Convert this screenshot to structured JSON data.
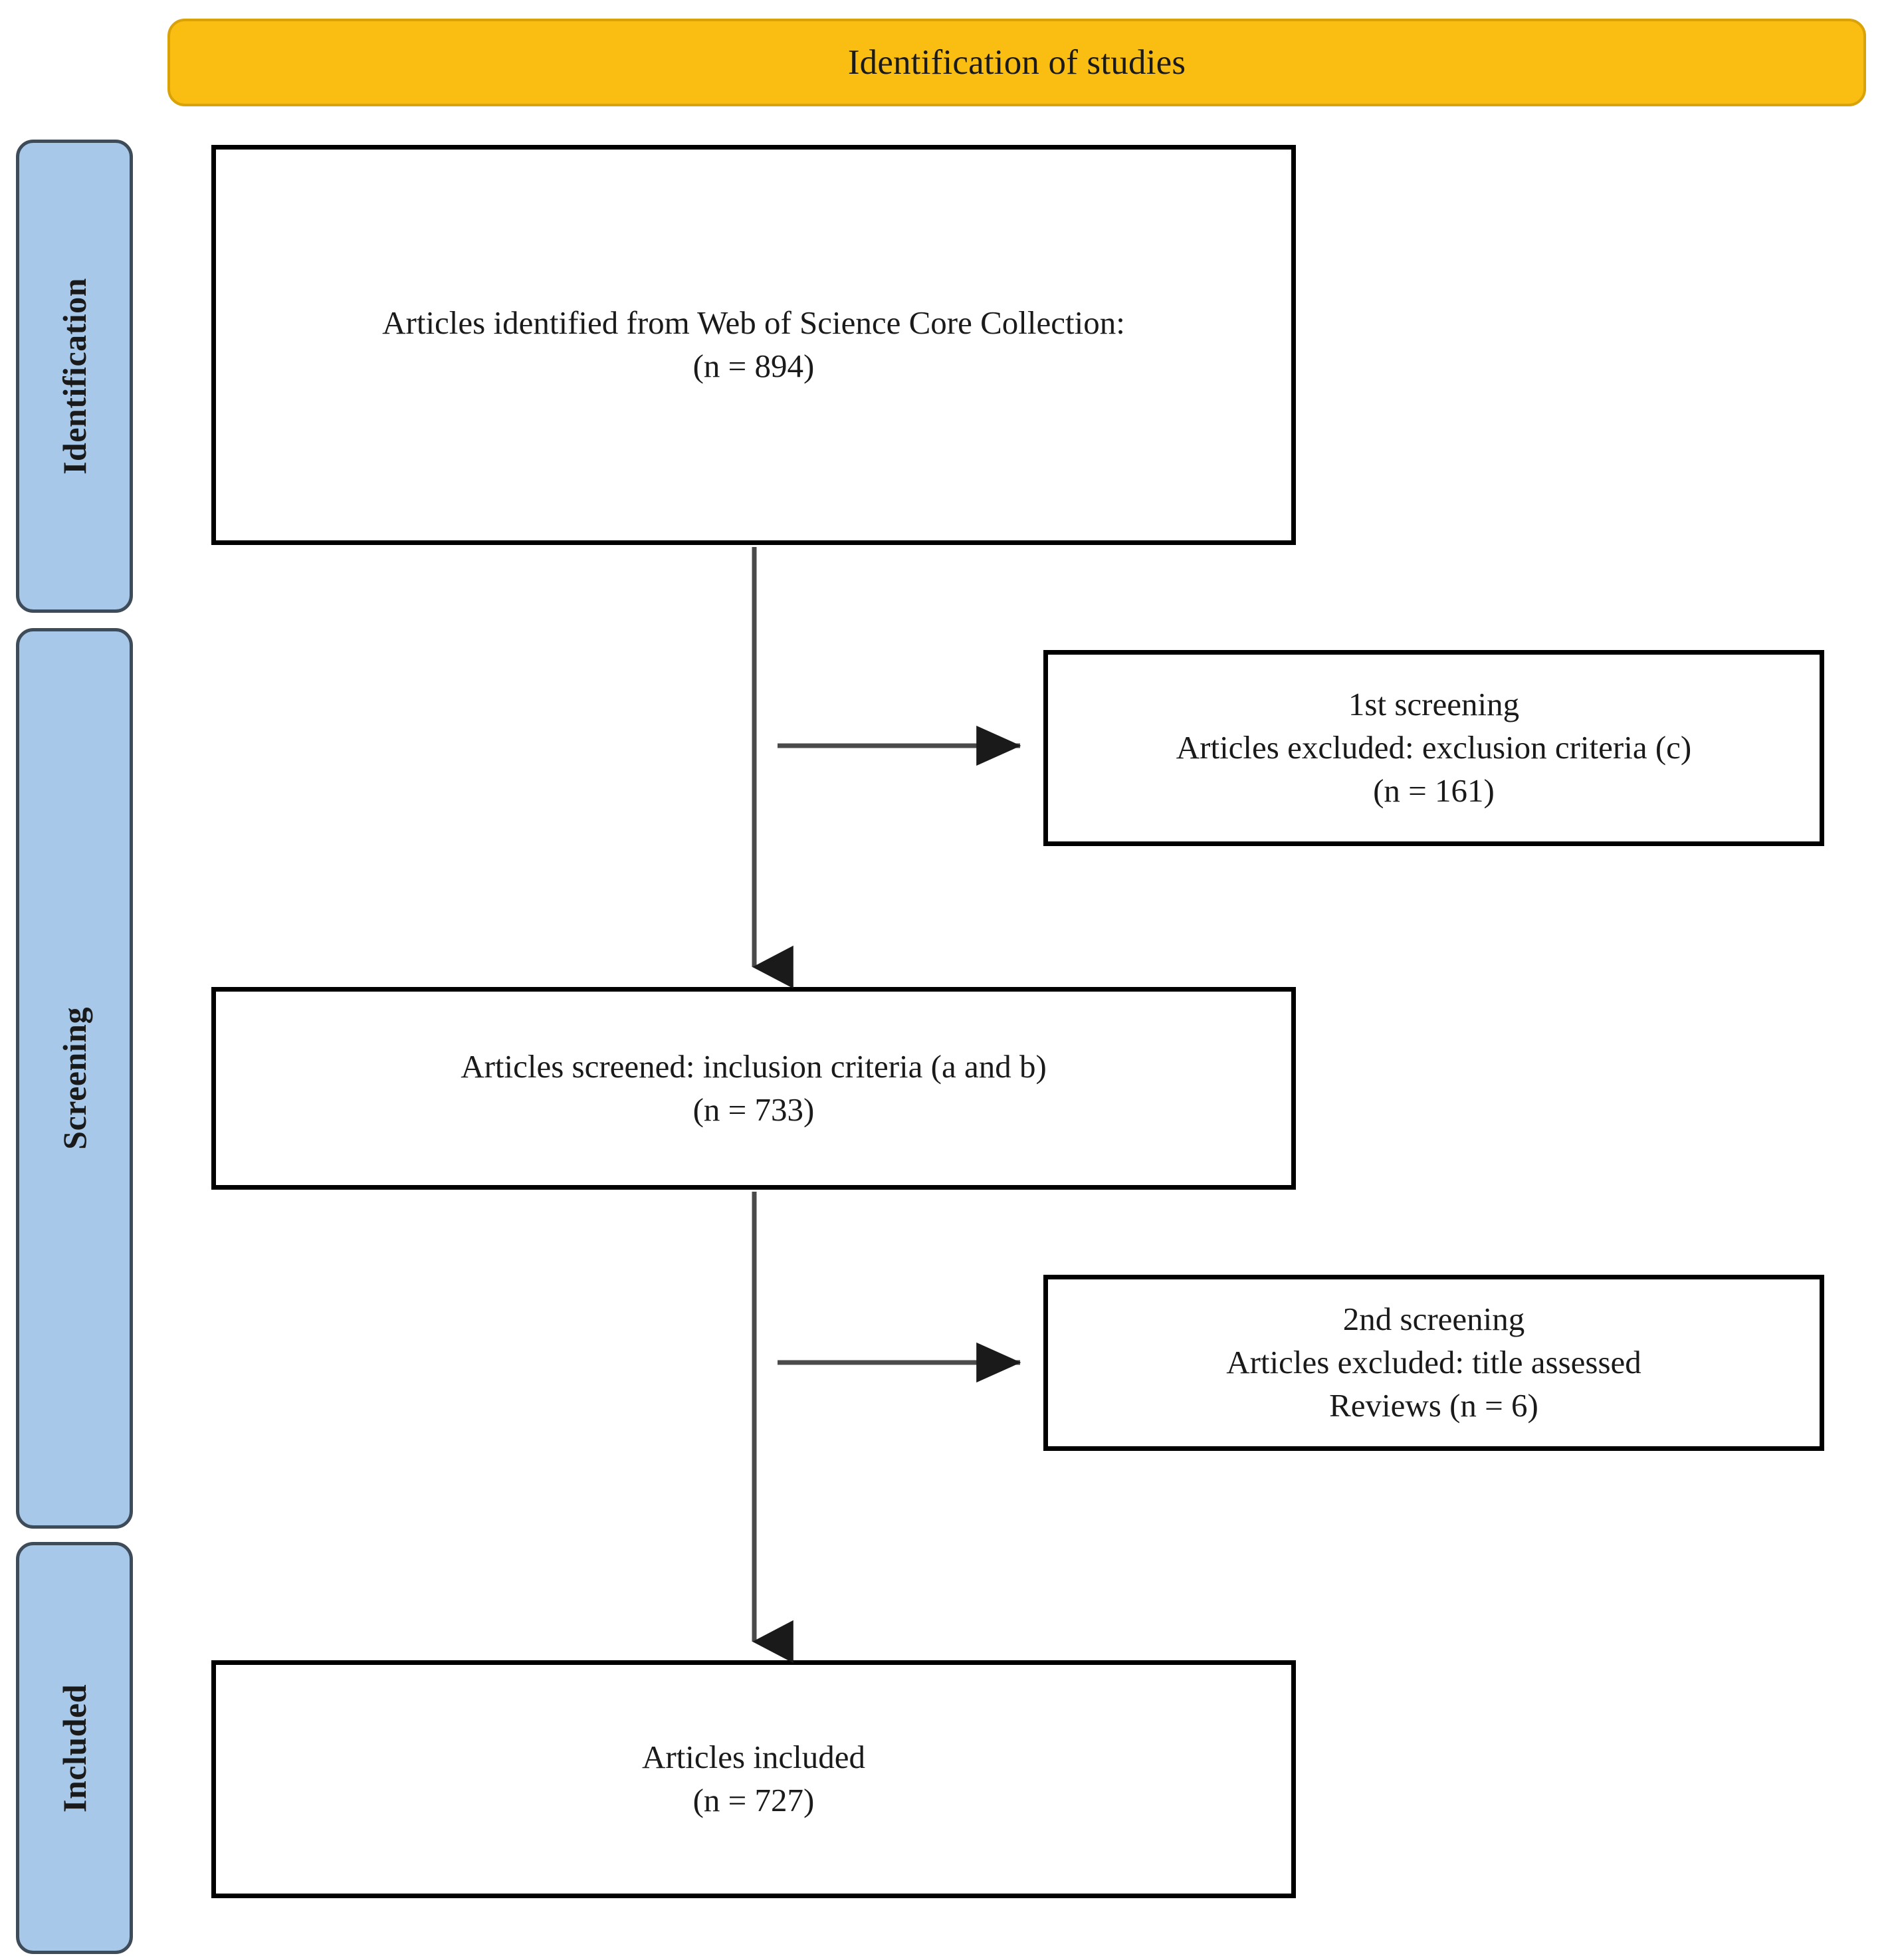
{
  "header": {
    "title": "Identification of studies",
    "background_color": "#F9BE11",
    "border_color": "#D9A209"
  },
  "stages": [
    {
      "id": "identification",
      "label": "Identification"
    },
    {
      "id": "screening",
      "label": "Screening"
    },
    {
      "id": "included",
      "label": "Included"
    }
  ],
  "stage_tab_style": {
    "fill_color": "#A7C8E9",
    "border_color": "#3E4B58"
  },
  "boxes": {
    "identified": {
      "line1": "Articles identified from Web of Science Core Collection:",
      "line2": "(n = 894)"
    },
    "excluded_1": {
      "line1": "1st screening",
      "line2": "Articles excluded: exclusion criteria (c)",
      "line3": "(n = 161)"
    },
    "screened": {
      "line1": "Articles screened: inclusion criteria (a and b)",
      "line2": "(n = 733)"
    },
    "excluded_2": {
      "line1": "2nd screening",
      "line2": "Articles excluded: title assessed",
      "line3": "Reviews (n = 6)"
    },
    "included": {
      "line1": "Articles included",
      "line2": "(n = 727)"
    }
  },
  "chart_data": {
    "type": "diagram",
    "diagram_kind": "PRISMA flow diagram",
    "title": "Identification of studies",
    "nodes": [
      {
        "id": "identified",
        "stage": "Identification",
        "label": "Articles identified from Web of Science Core Collection:",
        "n": 894
      },
      {
        "id": "excluded_1",
        "stage": "Screening",
        "label": "1st screening — Articles excluded: exclusion criteria (c)",
        "n": 161
      },
      {
        "id": "screened",
        "stage": "Screening",
        "label": "Articles screened: inclusion criteria (a and b)",
        "n": 733
      },
      {
        "id": "excluded_2",
        "stage": "Screening",
        "label": "2nd screening — Articles excluded: title assessed, Reviews",
        "n": 6
      },
      {
        "id": "included",
        "stage": "Included",
        "label": "Articles included",
        "n": 727
      }
    ],
    "edges": [
      {
        "from": "identified",
        "to": "excluded_1",
        "direction": "right"
      },
      {
        "from": "identified",
        "to": "screened",
        "direction": "down"
      },
      {
        "from": "screened",
        "to": "excluded_2",
        "direction": "right"
      },
      {
        "from": "screened",
        "to": "included",
        "direction": "down"
      }
    ],
    "colors": {
      "banner": "#F9BE11",
      "stage_tab": "#A7C8E9",
      "box_border": "#000000",
      "arrow": "#4A4A4A"
    }
  }
}
